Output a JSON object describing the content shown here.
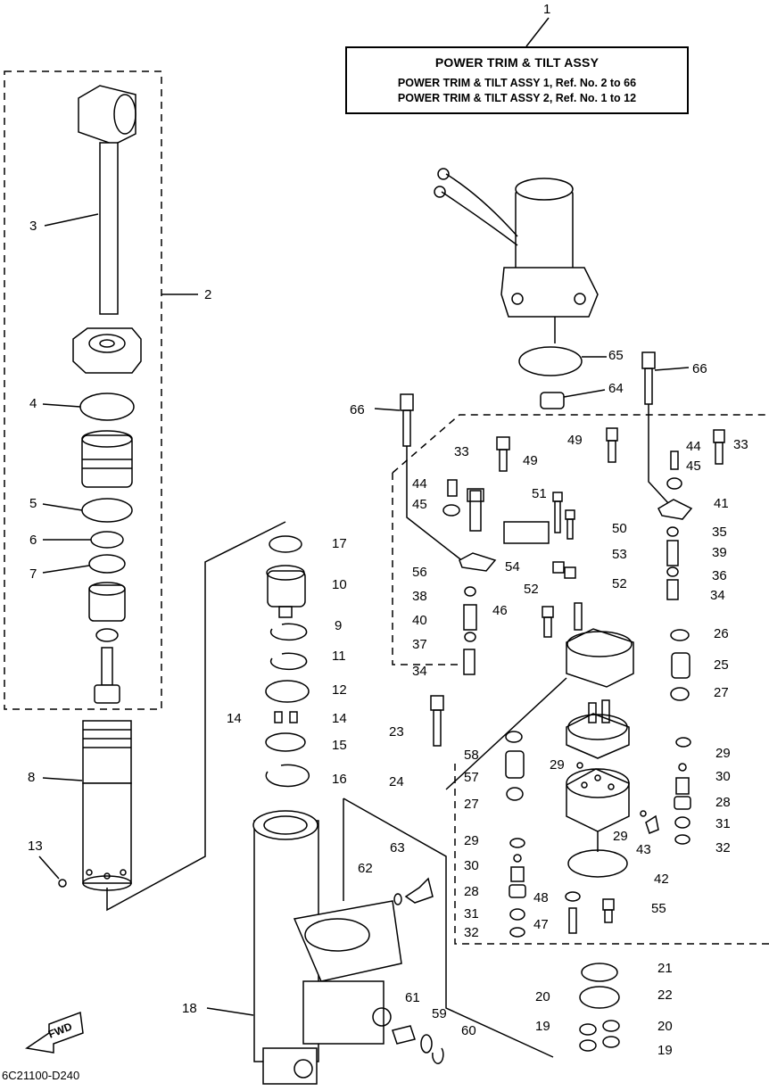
{
  "title_box": {
    "title": "POWER TRIM & TILT ASSY",
    "line1": "POWER TRIM & TILT ASSY 1,  Ref. No. 2 to 66",
    "line2": "POWER TRIM & TILT ASSY 2,  Ref. No. 1 to 12"
  },
  "diagram_code": "6C21100-D240",
  "fwd_label": "FWD",
  "callouts": [
    "1",
    "2",
    "3",
    "4",
    "5",
    "6",
    "7",
    "8",
    "9",
    "10",
    "11",
    "12",
    "13",
    "14",
    "14",
    "15",
    "16",
    "17",
    "18",
    "19",
    "19",
    "20",
    "20",
    "21",
    "22",
    "23",
    "24",
    "25",
    "26",
    "27",
    "27",
    "28",
    "28",
    "29",
    "29",
    "29",
    "29",
    "30",
    "30",
    "31",
    "31",
    "32",
    "32",
    "33",
    "33",
    "34",
    "34",
    "35",
    "36",
    "37",
    "38",
    "39",
    "40",
    "41",
    "42",
    "43",
    "44",
    "44",
    "45",
    "45",
    "46",
    "47",
    "48",
    "49",
    "49",
    "50",
    "51",
    "52",
    "52",
    "53",
    "54",
    "55",
    "56",
    "57",
    "58",
    "59",
    "60",
    "61",
    "62",
    "63",
    "64",
    "65",
    "66",
    "66"
  ]
}
